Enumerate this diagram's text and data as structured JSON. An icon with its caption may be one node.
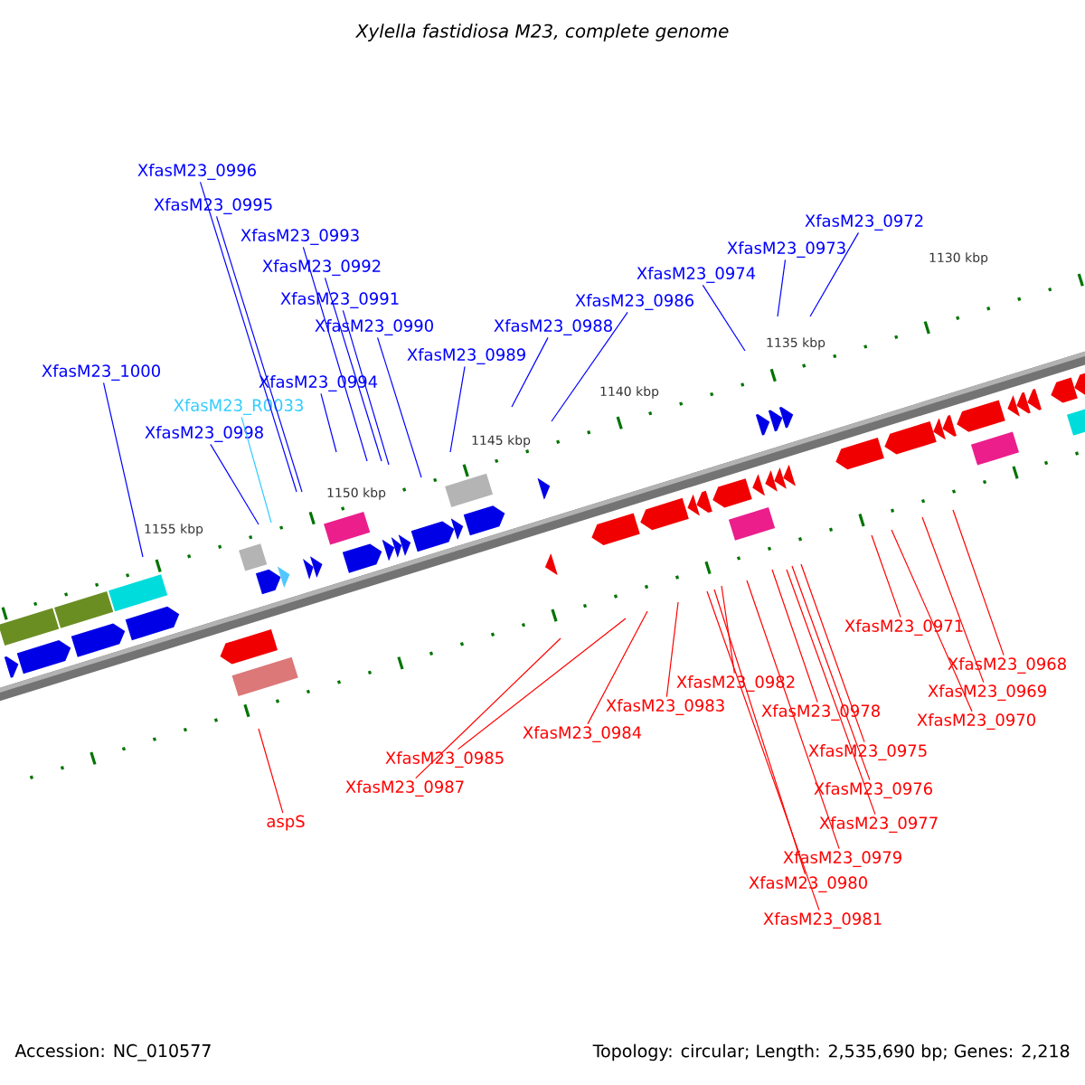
{
  "diagram": {
    "title": "Xylella fastidiosa M23, complete genome",
    "nodes": [
      {
        "text": [
          "XfasM23_0996"
        ]
      },
      {
        "text": [
          "XfasM23_0995"
        ]
      },
      {
        "text": [
          "XfasM23_0972"
        ]
      },
      {
        "text": [
          "XfasM23_0993"
        ]
      },
      {
        "text": [
          "XfasM23_0973"
        ]
      },
      {
        "text": [
          "XfasM23_0992"
        ]
      },
      {
        "text": [
          "XfasM23_0974"
        ]
      },
      {
        "text": [
          "XfasM23_0991"
        ]
      },
      {
        "text": [
          "XfasM23_0986"
        ]
      },
      {
        "text": [
          "XfasM23_0990"
        ]
      },
      {
        "text": [
          "XfasM23_0988"
        ]
      },
      {
        "text": [
          "XfasM23_0989"
        ]
      },
      {
        "text": [
          "XfasM23_1000"
        ]
      },
      {
        "text": [
          "XfasM23_0994"
        ]
      },
      {
        "text": [
          "XfasM23_R0033"
        ]
      },
      {
        "text": [
          "XfasM23_0998"
        ]
      },
      {
        "text": [
          "XfasM23_0971"
        ]
      },
      {
        "text": [
          "XfasM23_0968"
        ]
      },
      {
        "text": [
          "XfasM23_0982"
        ]
      },
      {
        "text": [
          "XfasM23_0969"
        ]
      },
      {
        "text": [
          "XfasM23_0983"
        ]
      },
      {
        "text": [
          "XfasM23_0970"
        ]
      },
      {
        "text": [
          "XfasM23_0984"
        ]
      },
      {
        "text": [
          "XfasM23_0978"
        ]
      },
      {
        "text": [
          "XfasM23_0985"
        ]
      },
      {
        "text": [
          "XfasM23_0975"
        ]
      },
      {
        "text": [
          "XfasM23_0987"
        ]
      },
      {
        "text": [
          "XfasM23_0976"
        ]
      },
      {
        "text": [
          "aspS"
        ]
      },
      {
        "text": [
          "XfasM23_0977"
        ]
      },
      {
        "text": [
          "XfasM23_0979"
        ]
      },
      {
        "text": [
          "XfasM23_0980"
        ]
      },
      {
        "text": [
          "XfasM23_0981"
        ]
      }
    ],
    "edges": [
      {
        "from": 0,
        "to": null,
        "arrow": "none",
        "color": "#0000ff"
      },
      {
        "from": 1,
        "to": null,
        "arrow": "none",
        "color": "#0000ff"
      },
      {
        "from": 2,
        "to": null,
        "arrow": "none",
        "color": "#0000ff"
      },
      {
        "from": 3,
        "to": null,
        "arrow": "none",
        "color": "#0000ff"
      },
      {
        "from": 4,
        "to": null,
        "arrow": "none",
        "color": "#0000ff"
      },
      {
        "from": 5,
        "to": null,
        "arrow": "none",
        "color": "#0000ff"
      },
      {
        "from": 6,
        "to": null,
        "arrow": "none",
        "color": "#0000ff"
      },
      {
        "from": 7,
        "to": null,
        "arrow": "none",
        "color": "#0000ff"
      },
      {
        "from": 8,
        "to": null,
        "arrow": "none",
        "color": "#0000ff"
      },
      {
        "from": 9,
        "to": null,
        "arrow": "none",
        "color": "#0000ff"
      },
      {
        "from": 10,
        "to": null,
        "arrow": "none",
        "color": "#0000ff"
      },
      {
        "from": 11,
        "to": null,
        "arrow": "none",
        "color": "#0000ff"
      },
      {
        "from": 12,
        "to": null,
        "arrow": "none",
        "color": "#0000ff"
      },
      {
        "from": 13,
        "to": null,
        "arrow": "none",
        "color": "#0000ff"
      },
      {
        "from": 14,
        "to": null,
        "arrow": "none",
        "color": "#33ccff"
      },
      {
        "from": 15,
        "to": null,
        "arrow": "none",
        "color": "#0000ff"
      },
      {
        "from": 16,
        "to": null,
        "arrow": "none"
      },
      {
        "from": 17,
        "to": null,
        "arrow": "none"
      },
      {
        "from": 18,
        "to": null,
        "arrow": "none"
      },
      {
        "from": 19,
        "to": null,
        "arrow": "none"
      },
      {
        "from": 20,
        "to": null,
        "arrow": "none"
      },
      {
        "from": 21,
        "to": null,
        "arrow": "none"
      },
      {
        "from": 22,
        "to": null,
        "arrow": "none"
      },
      {
        "from": 23,
        "to": null,
        "arrow": "none"
      },
      {
        "from": 24,
        "to": null,
        "arrow": "none"
      },
      {
        "from": 25,
        "to": null,
        "arrow": "none"
      },
      {
        "from": 26,
        "to": null,
        "arrow": "none"
      },
      {
        "from": 27,
        "to": null,
        "arrow": "none"
      },
      {
        "from": 28,
        "to": null,
        "arrow": "none"
      },
      {
        "from": 29,
        "to": null,
        "arrow": "none"
      },
      {
        "from": 30,
        "to": null,
        "arrow": "none"
      },
      {
        "from": 31,
        "to": null,
        "arrow": "none"
      },
      {
        "from": 32,
        "to": null,
        "arrow": "none"
      }
    ],
    "labels": [
      "1130 kbp",
      "1135 kbp",
      "1140 kbp",
      "1145 kbp",
      "1150 kbp",
      "1155 kbp",
      "Accession: NC_010577",
      "Topology: circular; Length: 2,535,690 bp; Genes: 2,218"
    ]
  }
}
